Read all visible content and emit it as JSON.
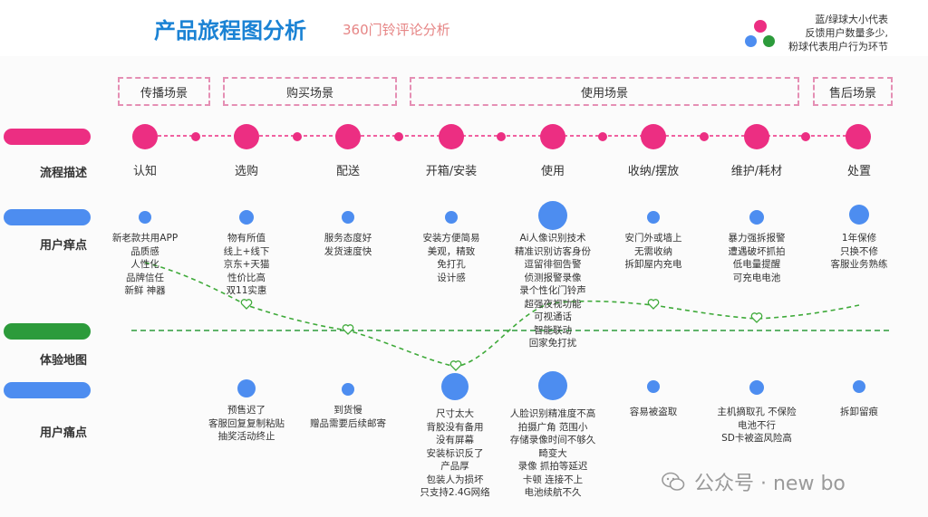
{
  "header": {
    "title": "产品旅程图分析",
    "subtitle": "360门铃评论分析",
    "legend_lines": [
      "蓝/绿球大小代表",
      "反馈用户数量多少,",
      "粉球代表用户行为环节"
    ]
  },
  "colors": {
    "pink": "#ec2e82",
    "blue": "#4d8df0",
    "green": "#2c9b3b",
    "curve": "#3faa3a",
    "title": "#1a82d4"
  },
  "stages": [
    {
      "label": "传播场景"
    },
    {
      "label": "购买场景"
    },
    {
      "label": "使用场景"
    },
    {
      "label": "售后场景"
    }
  ],
  "row_labels": {
    "process": "流程描述",
    "pain_itch": "用户痒点",
    "map": "体验地图",
    "pain": "用户痛点"
  },
  "steps": [
    {
      "label": "认知",
      "itch": [
        "新老款共用APP",
        "品质感",
        "人性化",
        "品牌信任",
        "新鲜 神器"
      ],
      "pain": []
    },
    {
      "label": "选购",
      "itch": [
        "物有所值",
        "线上+线下",
        "京东+天猫",
        "性价比高",
        "双11实惠"
      ],
      "pain": [
        "预售迟了",
        "客服回复复制粘贴",
        "抽奖活动终止"
      ]
    },
    {
      "label": "配送",
      "itch": [
        "服务态度好",
        "发货速度快"
      ],
      "pain": [
        "到货慢",
        "赠品需要后续邮寄"
      ]
    },
    {
      "label": "开箱/安装",
      "itch": [
        "安装方便简易",
        "美观，精致",
        "免打孔",
        "设计感"
      ],
      "pain": [
        "尺寸太大",
        "背胶没有备用",
        "没有屏幕",
        "安装标识反了",
        "产品厚",
        "包装人为损坏",
        "只支持2.4G网络"
      ]
    },
    {
      "label": "使用",
      "itch": [
        "Ai人像识别技术",
        "精准识别访客身份",
        "逗留徘徊告警",
        "侦测报警录像",
        "录个性化门铃声",
        "超强夜视功能",
        "可视通话",
        "智能联动",
        "回家免打扰"
      ],
      "pain": [
        "人脸识别精准度不高",
        "拍摄广角 范围小",
        "存储录像时间不够久",
        "畸变大",
        "录像 抓拍等延迟",
        "卡顿 连接不上",
        "电池续航不久"
      ]
    },
    {
      "label": "收纳/摆放",
      "itch": [
        "安门外或墙上",
        "无需收纳",
        "拆卸屋内充电"
      ],
      "pain": [
        "容易被盗取"
      ]
    },
    {
      "label": "维护/耗材",
      "itch": [
        "暴力强拆报警",
        "遭遇破坏抓拍",
        "低电量提醒",
        "可充电电池"
      ],
      "pain": [
        "主机摘取孔 不保险",
        "电池不行",
        "SD卡被盗风险高"
      ]
    },
    {
      "label": "处置",
      "itch": [
        "1年保修",
        "只换不修",
        "客服业务熟练"
      ],
      "pain": [
        "拆卸留痕"
      ]
    }
  ],
  "watermark": {
    "text": "公众号 · new bo"
  }
}
